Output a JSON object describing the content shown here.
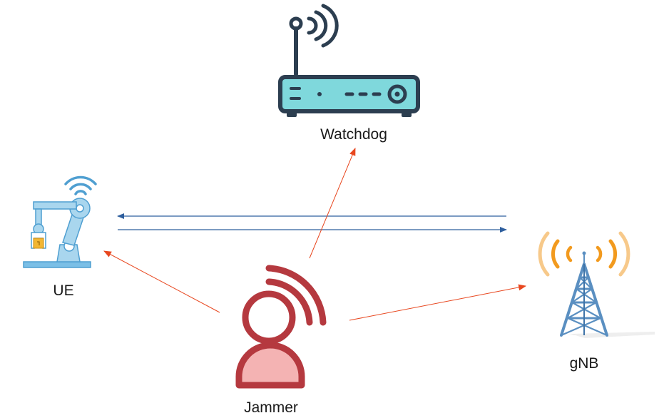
{
  "nodes": {
    "watchdog": {
      "label": "Watchdog",
      "icon": "router-icon"
    },
    "ue": {
      "label": "UE",
      "icon": "robot-arm-icon"
    },
    "gnb": {
      "label": "gNB",
      "icon": "cell-tower-icon"
    },
    "jammer": {
      "label": "Jammer",
      "icon": "jammer-person-icon"
    }
  },
  "colors": {
    "link": "#2f5f9e",
    "attack": "#e8471f",
    "router_body": "#7fd8dc",
    "router_outline": "#2c3e50",
    "jammer_outline": "#b5393f",
    "jammer_fill": "#f4b3b3",
    "robot_blue": "#a9d6ee",
    "robot_outline": "#4f9fd1",
    "robot_gripper": "#f2b632",
    "tower_blue": "#5a8fc1",
    "signal_orange": "#f29a1e",
    "signal_light": "#f7c98a"
  },
  "edges": [
    {
      "from": "gnb",
      "to": "ue",
      "kind": "link"
    },
    {
      "from": "ue",
      "to": "gnb",
      "kind": "link"
    },
    {
      "from": "jammer",
      "to": "ue",
      "kind": "attack"
    },
    {
      "from": "jammer",
      "to": "watchdog",
      "kind": "attack"
    },
    {
      "from": "jammer",
      "to": "gnb",
      "kind": "attack"
    }
  ]
}
